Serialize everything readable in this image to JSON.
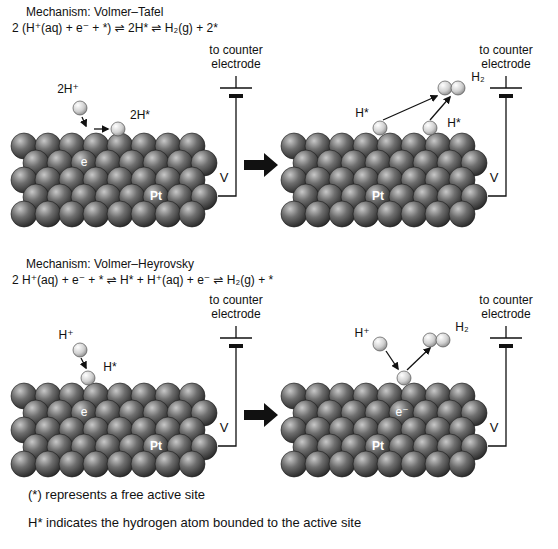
{
  "diagram": {
    "labels": [
      "Mechanism: Volmer–Tafel",
      "2 (H⁺(aq) + e⁻ + *) ⇌ 2H* ⇌ H₂(g) + 2*",
      "to counter electrode",
      "to counter electrode",
      "2H⁺",
      "2H*",
      "e",
      "Pt",
      "V",
      "H₂",
      "H*",
      "H*",
      "Pt",
      "V",
      "Mechanism: Volmer–Heyrovsky",
      "2 H⁺(aq) + e⁻ + * ⇌ H* + H⁺(aq) + e⁻ ⇌ H₂(g) + *",
      "to counter electrode",
      "to counter electrode",
      "H⁺",
      "H*",
      "e",
      "Pt",
      "V",
      "H⁺",
      "H₂",
      "e⁻",
      "Pt",
      "V",
      "(*) represents a free active site",
      "H* indicates the hydrogen atom bounded to the active site"
    ]
  }
}
